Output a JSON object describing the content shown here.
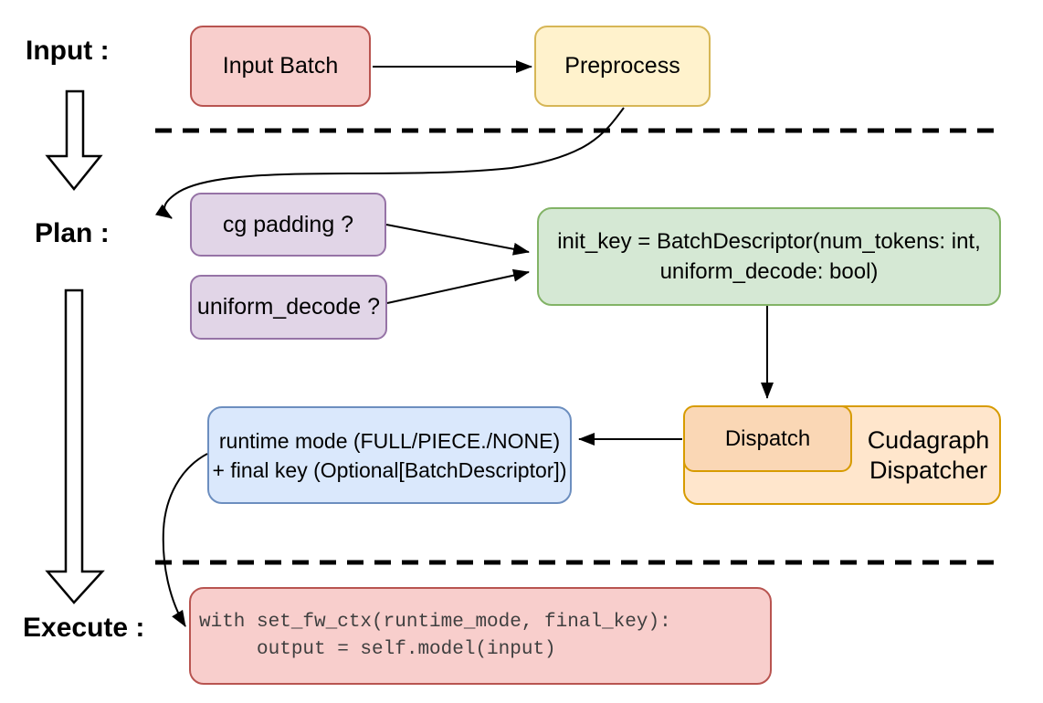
{
  "labels": {
    "input": "Input :",
    "plan": "Plan :",
    "execute": "Execute :"
  },
  "nodes": {
    "input_batch": {
      "label": "Input Batch"
    },
    "preprocess": {
      "label": "Preprocess"
    },
    "cg_padding": {
      "label": "cg padding ?"
    },
    "uniform_decode": {
      "label": "uniform_decode ?"
    },
    "init_key": {
      "line1": "init_key = BatchDescriptor(num_tokens: int,",
      "line2": "uniform_decode: bool)"
    },
    "dispatch": {
      "label": "Dispatch"
    },
    "cudagraph_dispatcher": {
      "line1": "Cudagraph",
      "line2": "Dispatcher"
    },
    "runtime_mode": {
      "line1": "runtime mode (FULL/PIECE./NONE)",
      "line2": "+ final key (Optional[BatchDescriptor])"
    },
    "execute_code": {
      "line1": "with set_fw_ctx(runtime_mode, final_key):",
      "line2": "     output = self.model(input)"
    }
  },
  "colors": {
    "red_fill": "#f8cecc",
    "red_stroke": "#b85450",
    "yellow_fill": "#fff2cc",
    "yellow_stroke": "#d6b656",
    "purple_fill": "#e1d5e7",
    "purple_stroke": "#9673a6",
    "green_fill": "#d5e8d4",
    "green_stroke": "#82b366",
    "orange_fill": "#ffe6cc",
    "orange_stroke": "#d79b00",
    "orange_inner_fill": "#fad7b5",
    "blue_fill": "#dae8fc",
    "blue_stroke": "#6c8ebf",
    "code_text": "#3f3f3f",
    "line": "#000000"
  }
}
